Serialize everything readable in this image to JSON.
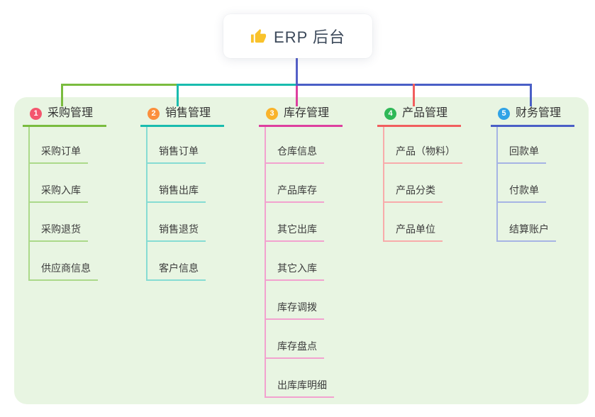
{
  "root": {
    "title": "ERP 后台",
    "icon": "thumbs-up",
    "icon_color": "#f9c22b",
    "connector_color": "#5560c8"
  },
  "panel": {
    "background": "#e8f5e2"
  },
  "branches": [
    {
      "number": "1",
      "label": "采购管理",
      "badge_color": "#f4566e",
      "line_color": "#7abc3f",
      "light_color": "#abd98a",
      "children": [
        "采购订单",
        "采购入库",
        "采购退货",
        "供应商信息"
      ]
    },
    {
      "number": "2",
      "label": "销售管理",
      "badge_color": "#fb8f3d",
      "line_color": "#19bcae",
      "light_color": "#86dcd3",
      "children": [
        "销售订单",
        "销售出库",
        "销售退货",
        "客户信息"
      ]
    },
    {
      "number": "3",
      "label": "库存管理",
      "badge_color": "#f9b32b",
      "line_color": "#dd3f9f",
      "light_color": "#f2a2cf",
      "children": [
        "仓库信息",
        "产品库存",
        "其它出库",
        "其它入库",
        "库存调拨",
        "库存盘点",
        "出库库明细"
      ]
    },
    {
      "number": "4",
      "label": "产品管理",
      "badge_color": "#2fb857",
      "line_color": "#f15e5e",
      "light_color": "#f8abab",
      "children": [
        "产品（物料）",
        "产品分类",
        "产品单位"
      ]
    },
    {
      "number": "5",
      "label": "财务管理",
      "badge_color": "#30a3e6",
      "line_color": "#4a5fc6",
      "light_color": "#a6b4e4",
      "children": [
        "回款单",
        "付款单",
        "结算账户"
      ]
    }
  ]
}
